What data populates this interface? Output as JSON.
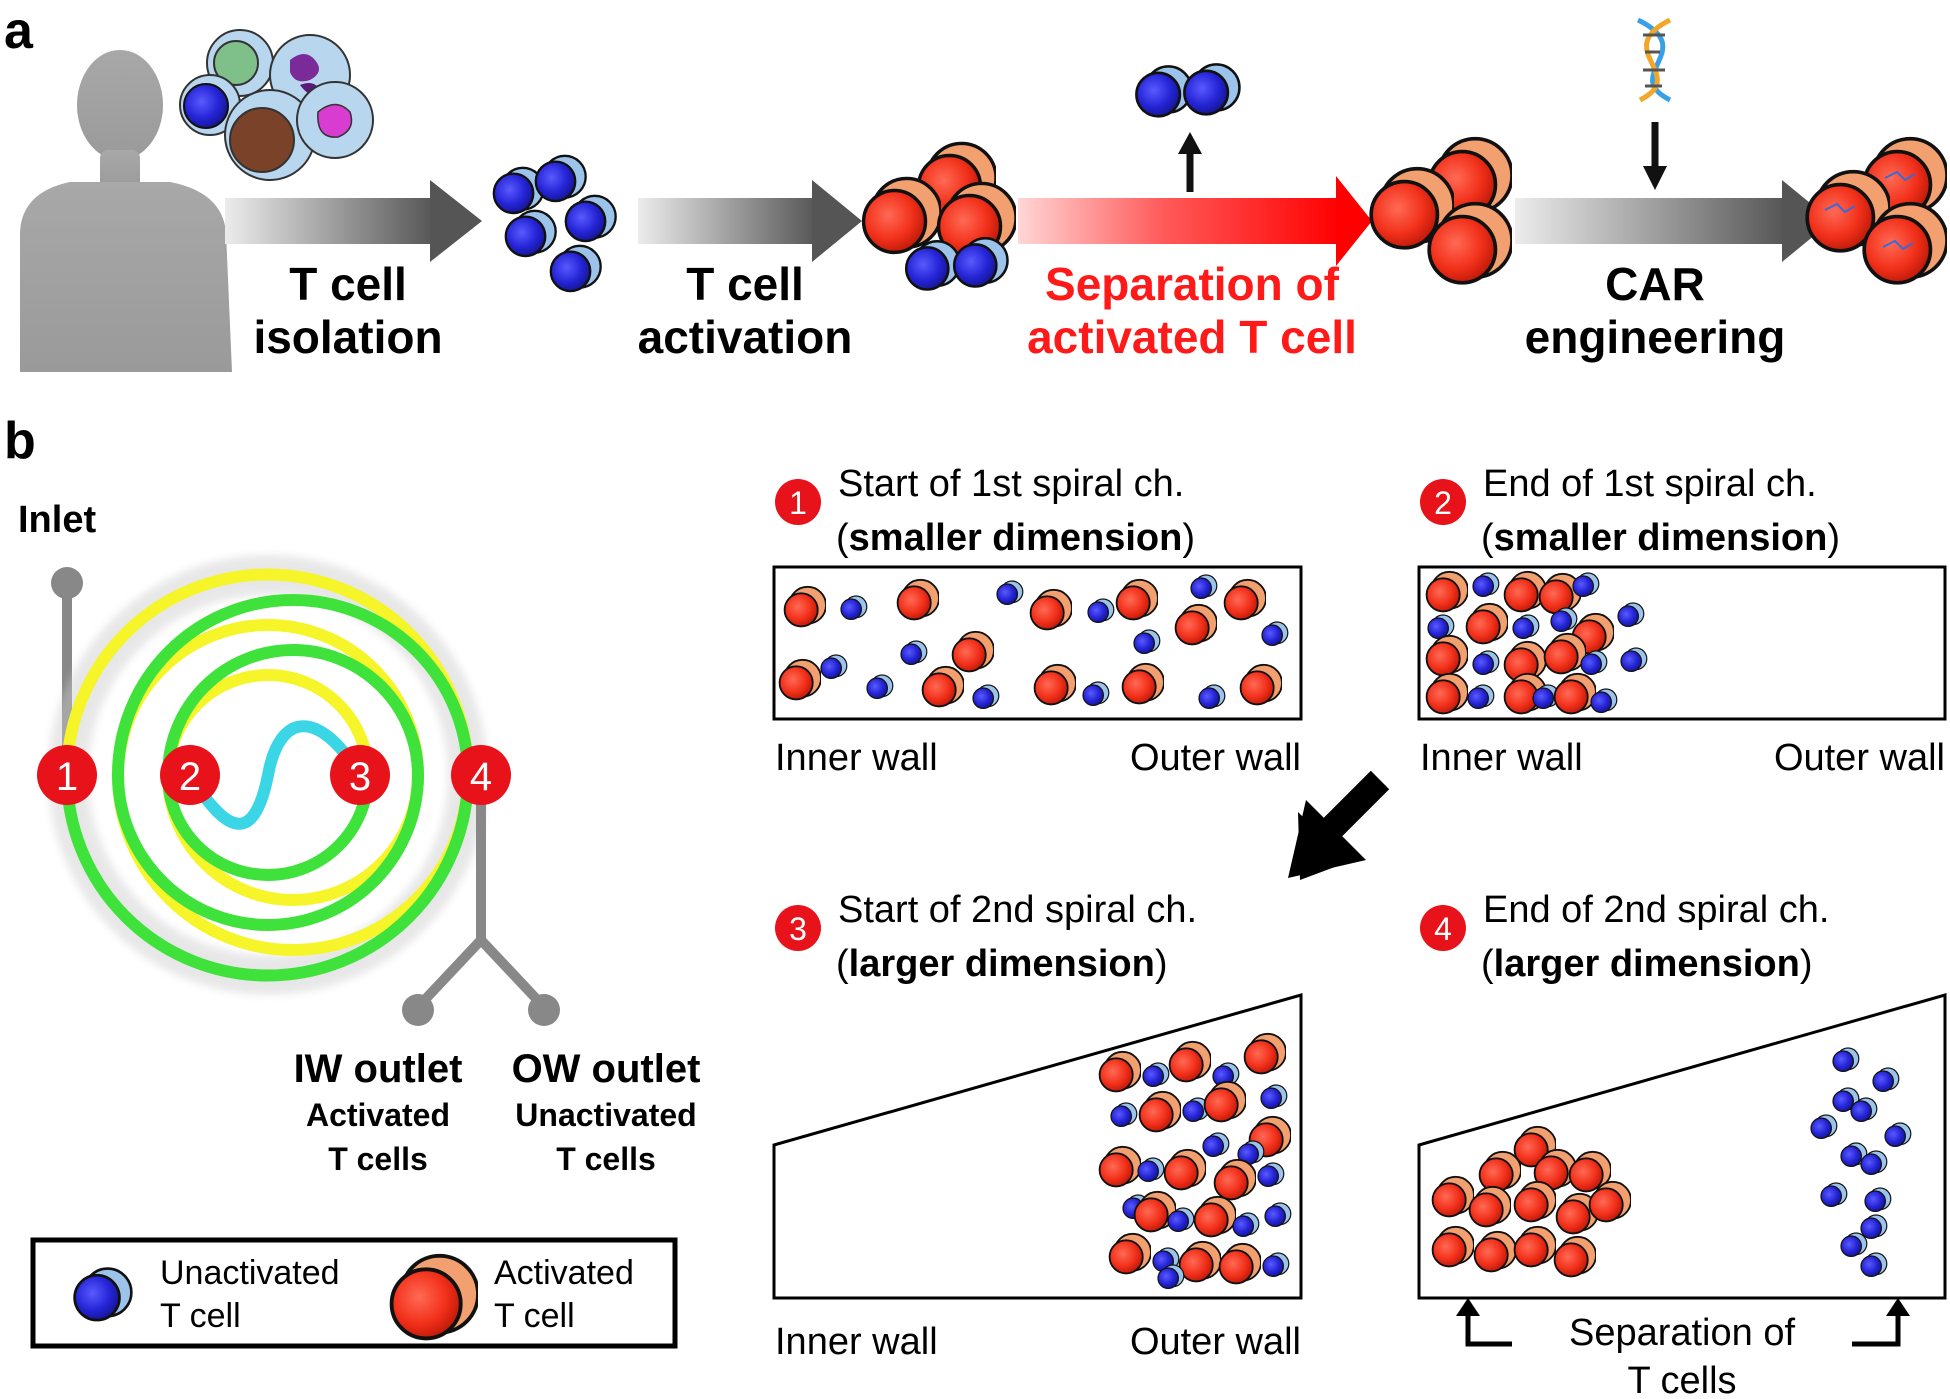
{
  "panels": {
    "a": {
      "tag": "a",
      "steps": [
        {
          "line1": "T cell",
          "line2": "isolation"
        },
        {
          "line1": "T cell",
          "line2": "activation"
        },
        {
          "line1": "Separation of",
          "line2": "activated T cell"
        },
        {
          "line1": "CAR",
          "line2": "engineering"
        }
      ],
      "colors": {
        "highlight": "#ff1a1a",
        "arrow_gray": "#5a5a5a"
      }
    },
    "b": {
      "tag": "b",
      "inlet": "Inlet",
      "markers": [
        "1",
        "2",
        "3",
        "4"
      ],
      "iw_outlet": {
        "title": "IW outlet",
        "line1": "Activated",
        "line2": "T cells"
      },
      "ow_outlet": {
        "title": "OW outlet",
        "line1": "Unactivated",
        "line2": "T cells"
      },
      "legend": {
        "unactivated": {
          "line1": "Unactivated",
          "line2": "T cell"
        },
        "activated": {
          "line1": "Activated",
          "line2": "T cell"
        }
      },
      "sections": [
        {
          "num": "1",
          "title": "Start of 1st spiral ch.",
          "dim_open": "(",
          "dim": "smaller dimension",
          "dim_close": ")",
          "left": "Inner wall",
          "right": "Outer wall"
        },
        {
          "num": "2",
          "title": "End of 1st spiral ch.",
          "dim_open": "(",
          "dim": "smaller dimension",
          "dim_close": ")",
          "left": "Inner wall",
          "right": "Outer wall"
        },
        {
          "num": "3",
          "title": "Start of 2nd spiral ch.",
          "dim_open": "(",
          "dim": "larger dimension",
          "dim_close": ")",
          "left": "Inner wall",
          "right": "Outer wall"
        },
        {
          "num": "4",
          "title": "End of 2nd spiral ch.",
          "dim_open": "(",
          "dim": "larger dimension",
          "dim_close": ")",
          "sep_line1": "Separation of",
          "sep_line2": "T cells"
        }
      ],
      "colors": {
        "red_marker": "#e8121a",
        "spiral_yellow": "#f5f52a",
        "spiral_green": "#3fe23a",
        "spiral_cyan": "#3ad6e6",
        "unactivated": "#2525d6",
        "activated": "#f23a22"
      }
    }
  }
}
